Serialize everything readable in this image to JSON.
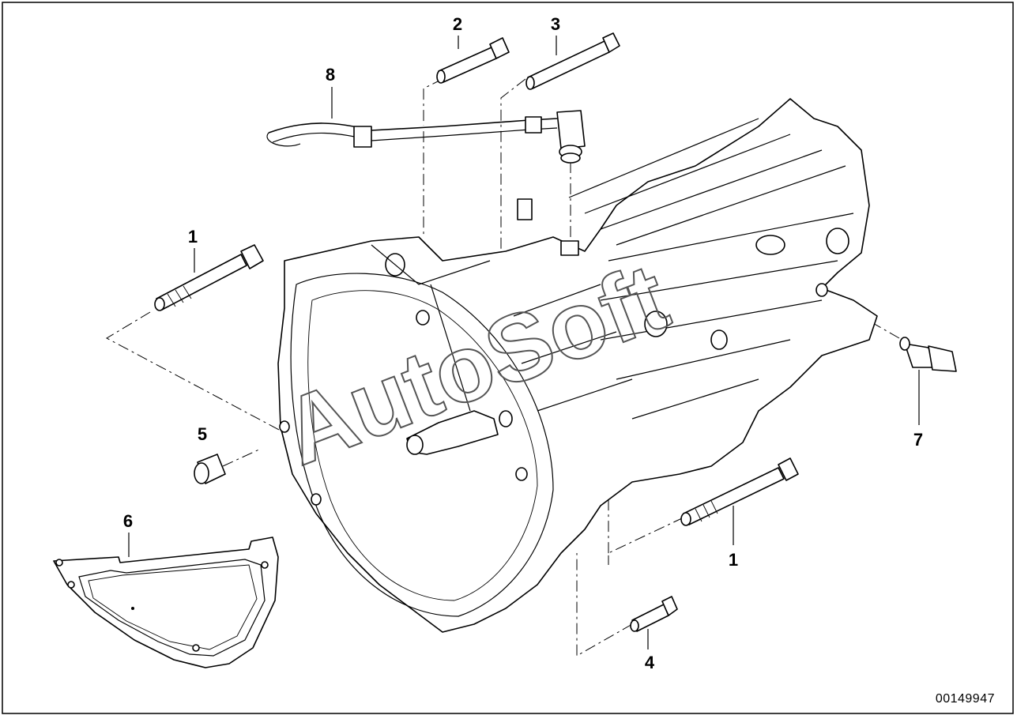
{
  "document_number": "00149947",
  "watermark": "AutoSoft",
  "callouts": [
    {
      "id": "c1a",
      "label": "1"
    },
    {
      "id": "c1b",
      "label": "1"
    },
    {
      "id": "c2",
      "label": "2"
    },
    {
      "id": "c3",
      "label": "3"
    },
    {
      "id": "c4",
      "label": "4"
    },
    {
      "id": "c5",
      "label": "5"
    },
    {
      "id": "c6",
      "label": "6"
    },
    {
      "id": "c7",
      "label": "7"
    },
    {
      "id": "c8",
      "label": "8"
    }
  ]
}
